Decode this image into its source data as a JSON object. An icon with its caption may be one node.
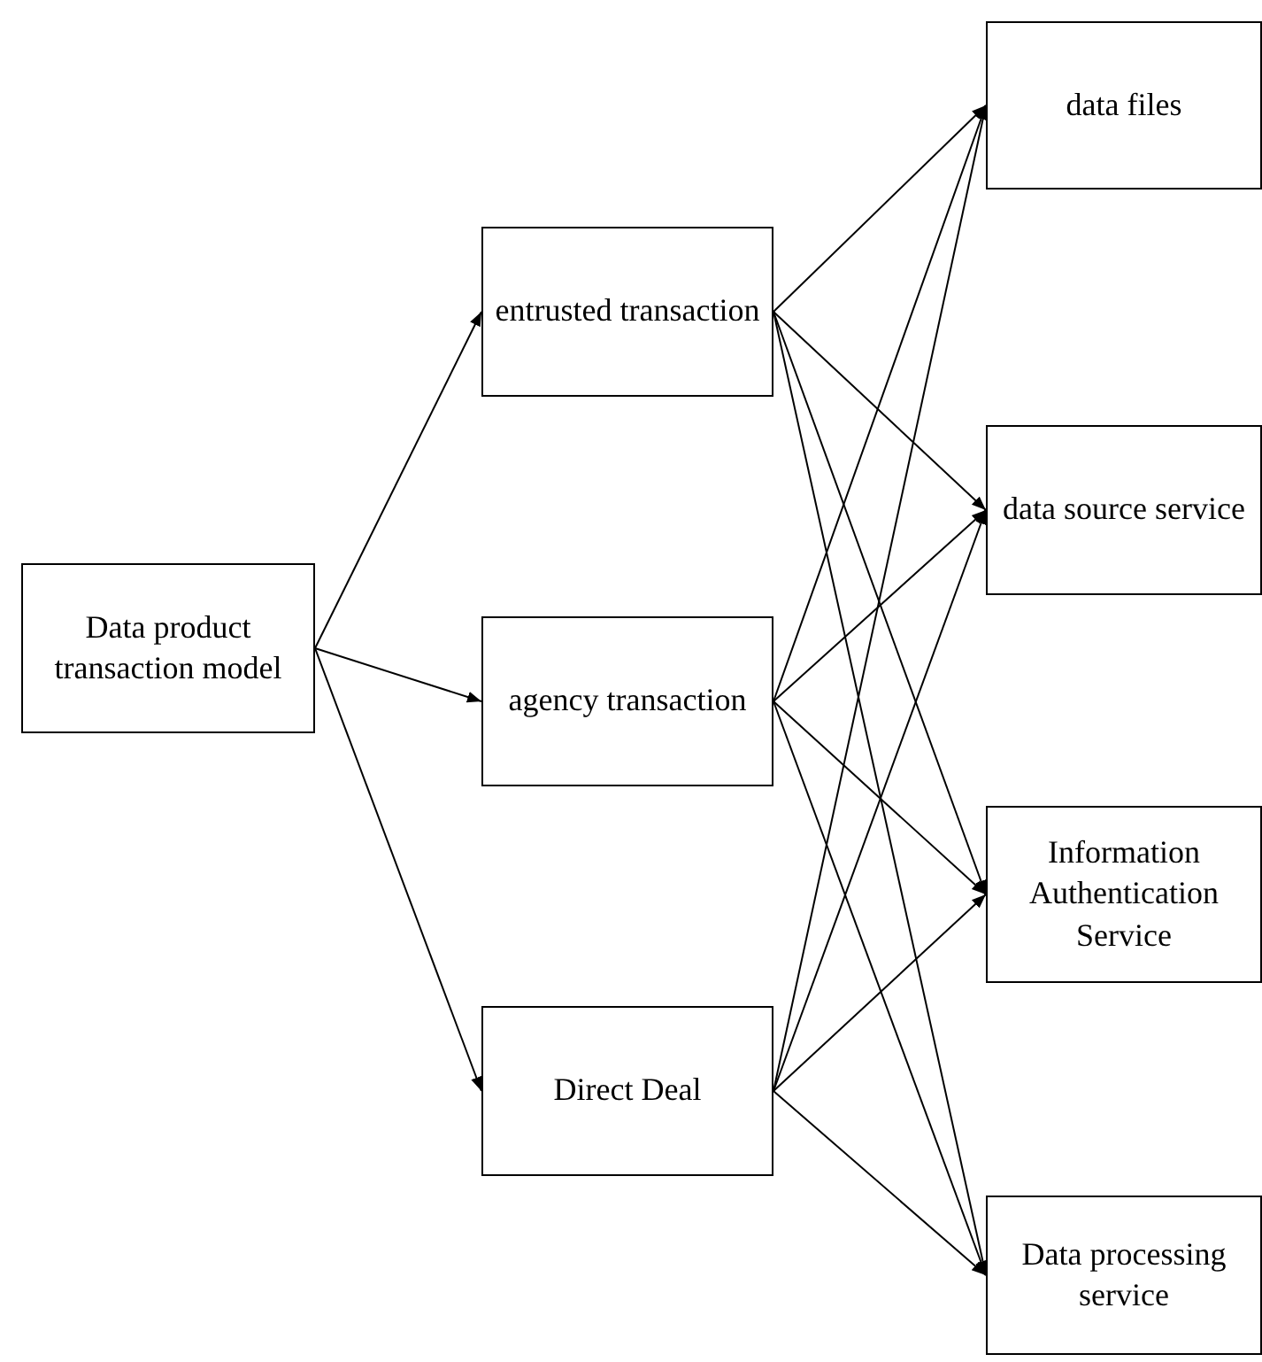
{
  "diagram": {
    "nodes": [
      {
        "text": [
          "Data product transaction model"
        ]
      },
      {
        "text": [
          "entrusted transaction"
        ]
      },
      {
        "text": [
          "agency transaction"
        ]
      },
      {
        "text": [
          "Direct Deal"
        ]
      },
      {
        "text": [
          "data files"
        ]
      },
      {
        "text": [
          "data source service"
        ]
      },
      {
        "text": [
          "Information Authentication Service"
        ]
      },
      {
        "text": [
          "Data processing service"
        ]
      }
    ],
    "edges": [
      {
        "from": 0,
        "to": 1,
        "arrow": "to"
      },
      {
        "from": 0,
        "to": 2,
        "arrow": "to"
      },
      {
        "from": 0,
        "to": 3,
        "arrow": "to"
      },
      {
        "from": 1,
        "to": 4,
        "arrow": "to"
      },
      {
        "from": 1,
        "to": 5,
        "arrow": "to"
      },
      {
        "from": 1,
        "to": 6,
        "arrow": "to"
      },
      {
        "from": 1,
        "to": 7,
        "arrow": "to"
      },
      {
        "from": 2,
        "to": 4,
        "arrow": "to"
      },
      {
        "from": 2,
        "to": 5,
        "arrow": "to"
      },
      {
        "from": 2,
        "to": 6,
        "arrow": "to"
      },
      {
        "from": 2,
        "to": 7,
        "arrow": "to"
      },
      {
        "from": 3,
        "to": 4,
        "arrow": "to"
      },
      {
        "from": 3,
        "to": 5,
        "arrow": "to"
      },
      {
        "from": 3,
        "to": 6,
        "arrow": "to"
      },
      {
        "from": 3,
        "to": 7,
        "arrow": "to"
      }
    ]
  }
}
